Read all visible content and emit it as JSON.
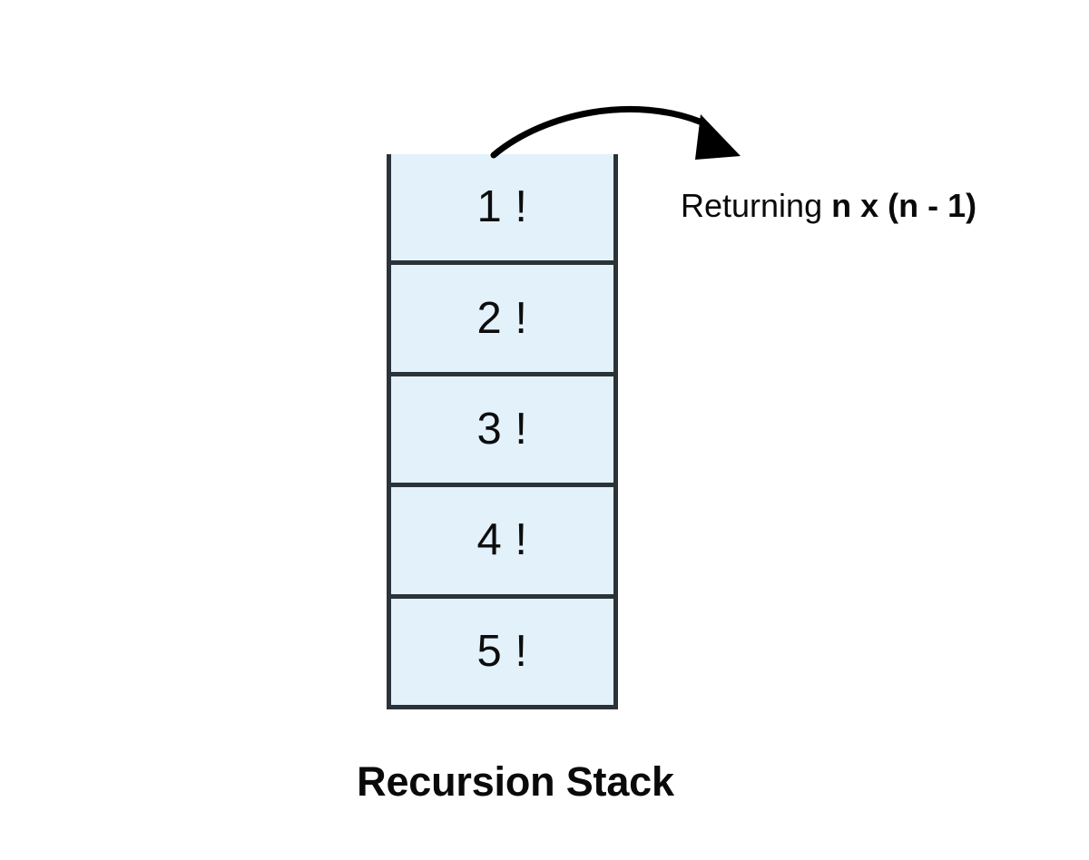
{
  "diagram": {
    "title": "Recursion Stack",
    "stack": {
      "name": "recursion-stack",
      "frames": [
        {
          "label": "1 !"
        },
        {
          "label": "2 !"
        },
        {
          "label": "3 !"
        },
        {
          "label": "4 !"
        },
        {
          "label": "5 !"
        }
      ]
    },
    "annotation": {
      "prefix": "Returning ",
      "expression": "n x (n - 1)"
    },
    "arrow": {
      "name": "return-arrow",
      "description": "curved arrow from top of stack pointing right to annotation"
    },
    "colors": {
      "frame_fill": "#e3f1fb",
      "frame_border": "#2b3338",
      "text": "#0a0a0a",
      "background": "#ffffff"
    }
  }
}
